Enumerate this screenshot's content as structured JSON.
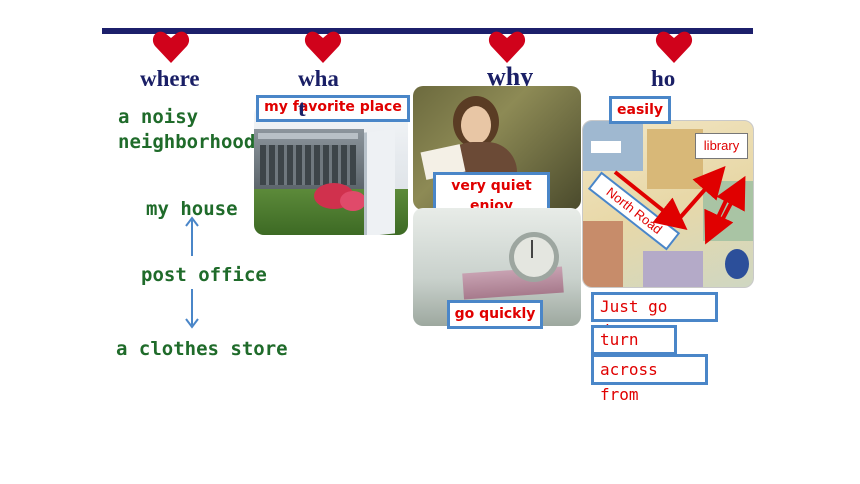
{
  "headers": {
    "where": "where",
    "what": "wha",
    "what_wrap": "t",
    "why": "why",
    "how": "ho"
  },
  "where_column": {
    "item1_line1": "a noisy",
    "item1_line2": "neighborhood",
    "item2": "my house",
    "item3": "post office",
    "item4": "a clothes store"
  },
  "what_column": {
    "label": "my favorite place"
  },
  "why_column": {
    "label_line1": "very quiet",
    "label_line2": "enjoy reading",
    "label2": "go quickly"
  },
  "how_column": {
    "label": "easily",
    "map_library": "library",
    "map_road": "North Road",
    "phrase1": "Just go down",
    "phrase2": "turn left",
    "phrase3": "across from"
  },
  "colors": {
    "heart": "#d0021b",
    "header": "#1a1f66",
    "green_text": "#1f6b2a",
    "box_border": "#4a86c8",
    "box_text": "#e00000",
    "line": "#1c1f6b"
  },
  "icons": [
    "heart-icon",
    "arrow-up-icon",
    "arrow-down-icon"
  ]
}
